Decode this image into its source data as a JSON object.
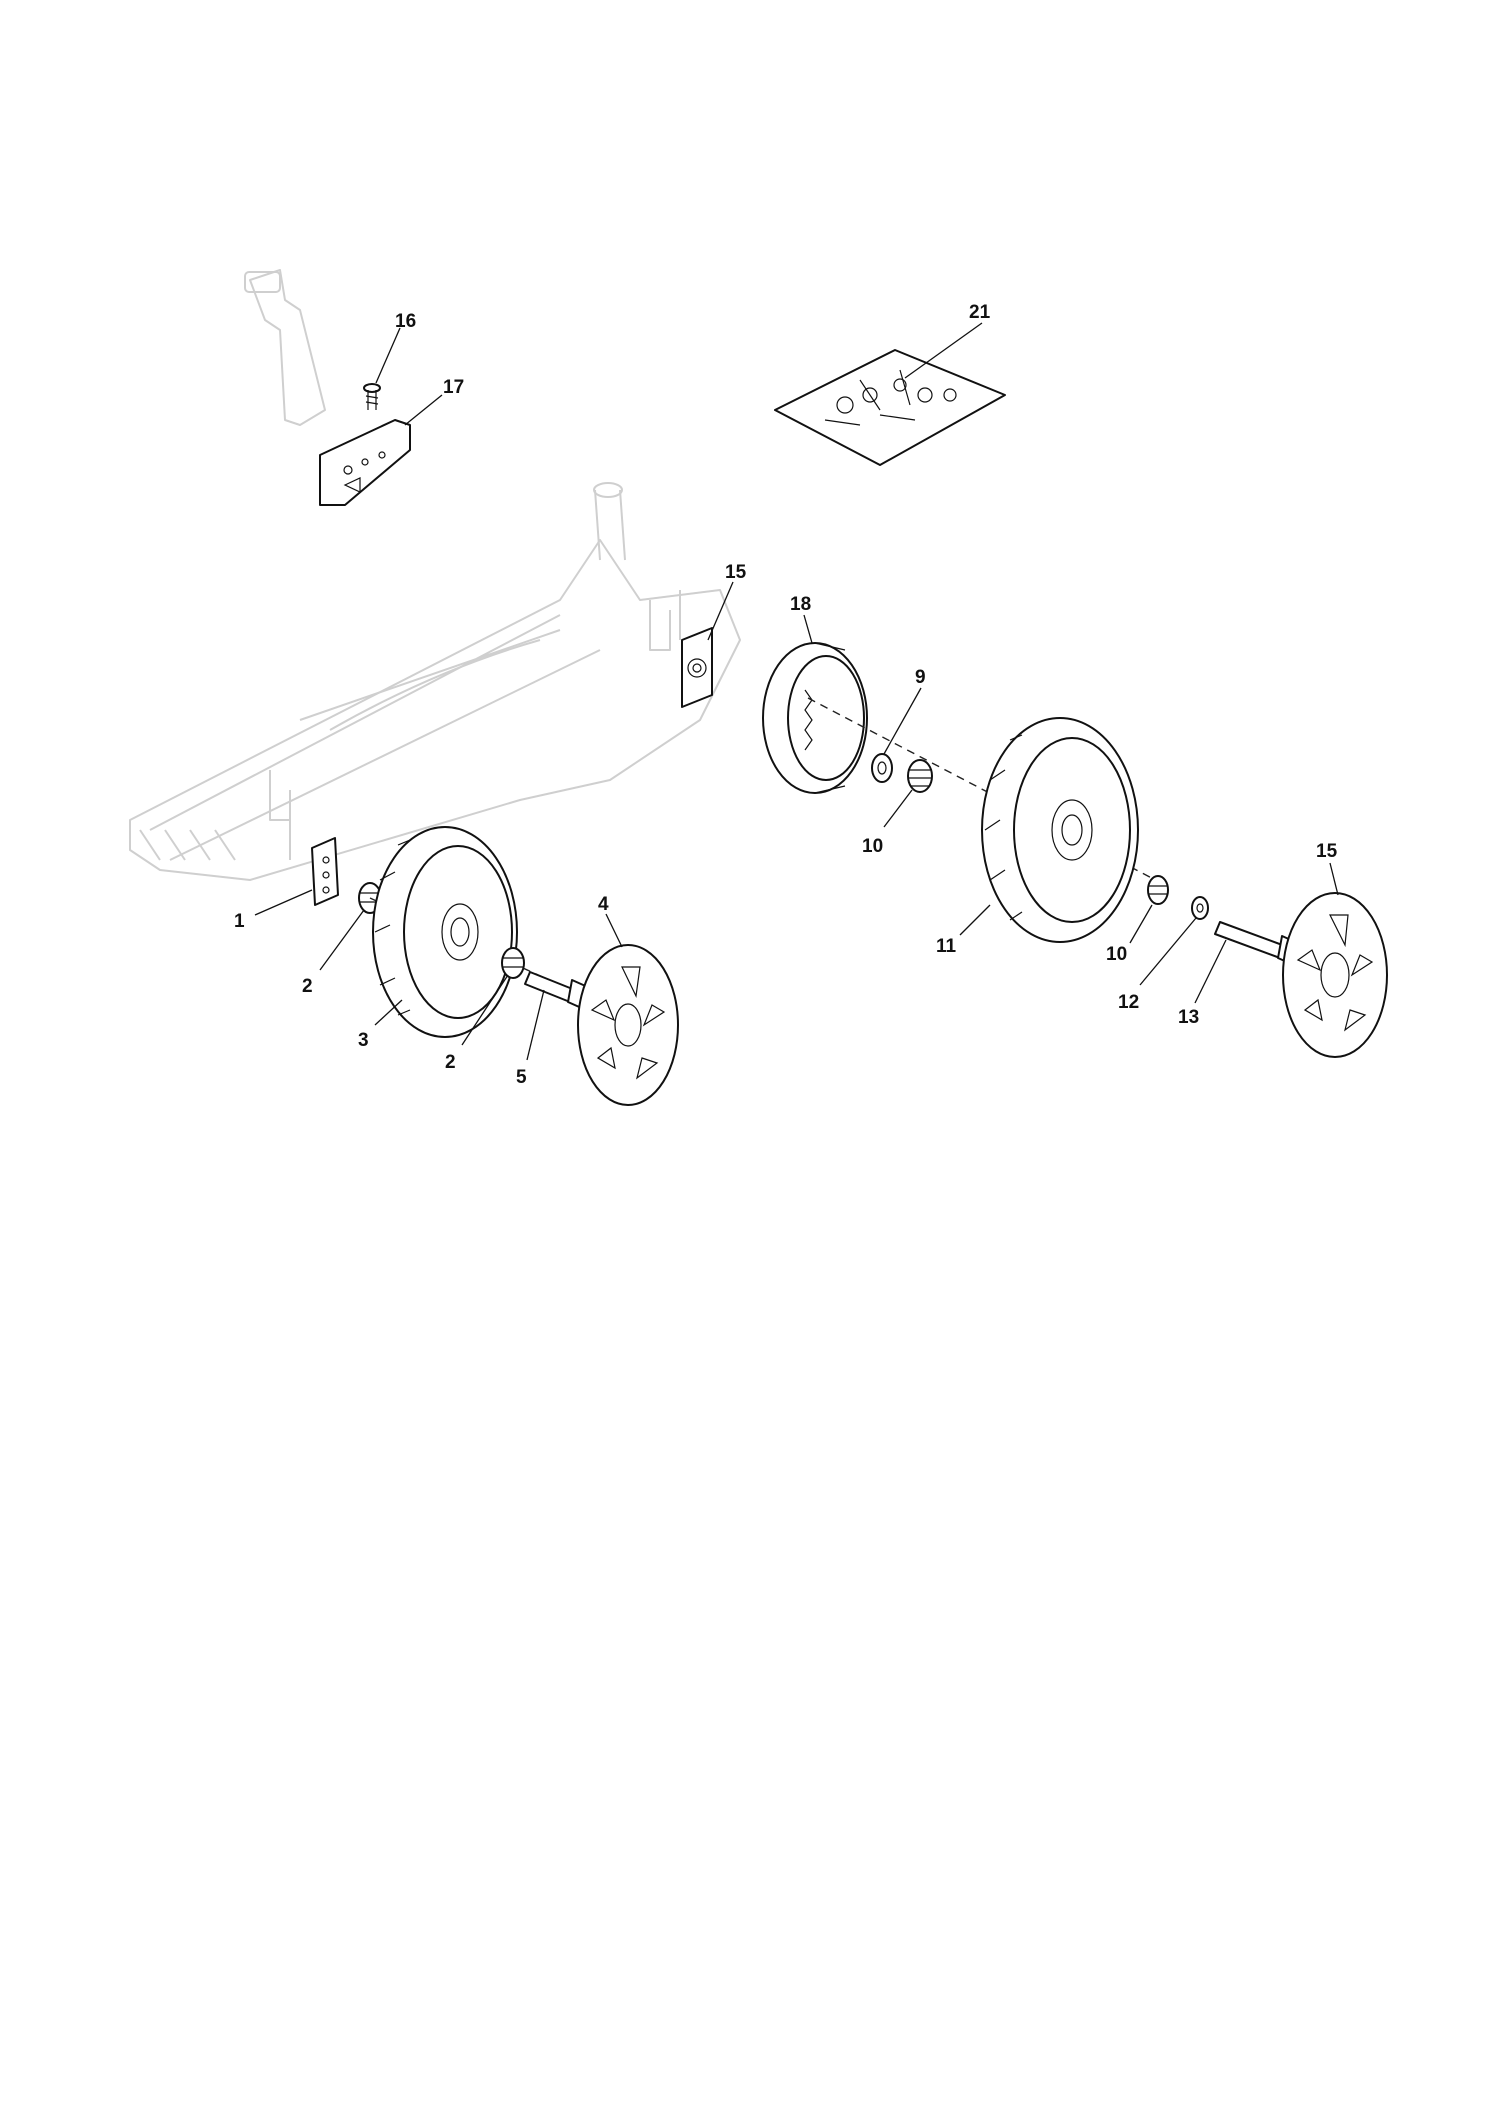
{
  "diagram": {
    "callouts": {
      "c1": "1",
      "c2a": "2",
      "c2b": "2",
      "c3": "3",
      "c4": "4",
      "c5": "5",
      "c9": "9",
      "c10a": "10",
      "c10b": "10",
      "c11": "11",
      "c12": "12",
      "c13": "13",
      "c15a": "15",
      "c15b": "15",
      "c16": "16",
      "c17": "17",
      "c18": "18",
      "c21": "21"
    }
  }
}
